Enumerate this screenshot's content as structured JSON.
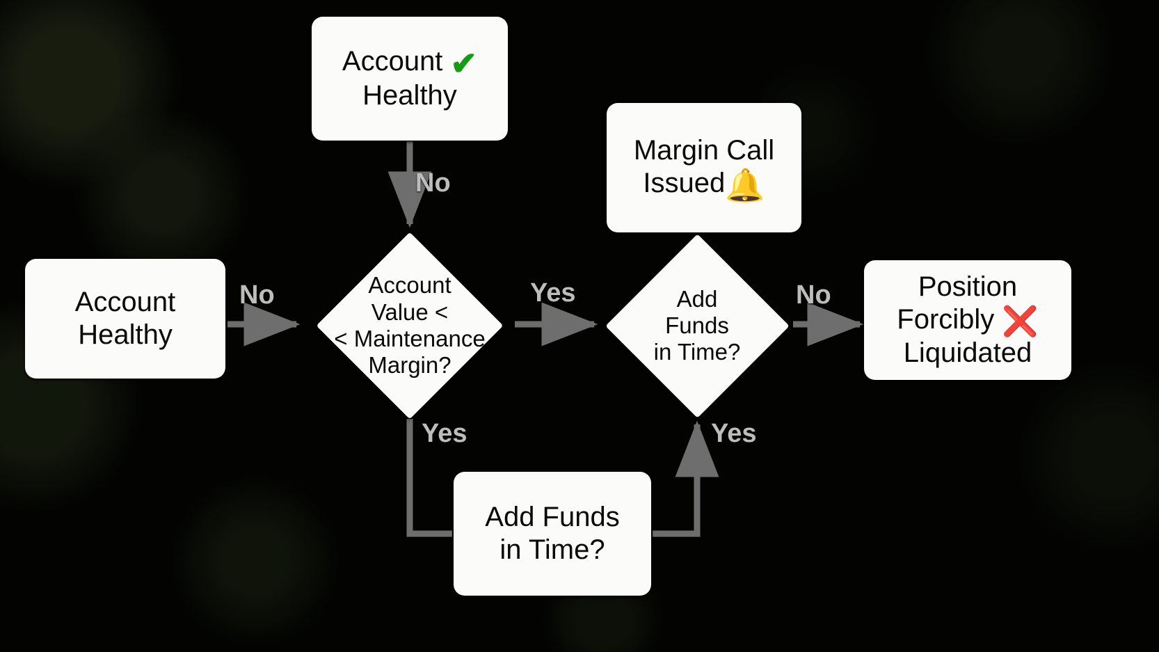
{
  "diagram": {
    "title": "Margin Call Flowchart",
    "background_color": "#030402",
    "node_fill": "#fbfbf9",
    "node_text_color": "#0a0a0a",
    "edge_color": "#6e6e6e",
    "edge_label_color": "#bdbdbd"
  },
  "nodes": {
    "account_healthy_start": {
      "shape": "rounded-rect",
      "line1": "Account",
      "line2": "Healthy"
    },
    "account_healthy_top": {
      "shape": "rounded-rect",
      "line1": "Account",
      "line2": "Healthy",
      "icon": "check-mark-icon",
      "icon_glyph": "✔",
      "icon_color": "#169b16"
    },
    "margin_call": {
      "shape": "rounded-rect",
      "line1": "Margin Call",
      "line2": "Issued",
      "icon": "bell-icon",
      "icon_glyph": "🔔",
      "icon_color": "#e01b1b"
    },
    "position_liquidated": {
      "shape": "rounded-rect",
      "line1": "Position",
      "line2": "Forcibly",
      "line3": "Liquidated",
      "icon": "cross-mark-icon",
      "icon_glyph": "❌",
      "icon_color": "#e01b1b"
    },
    "add_funds_bottom": {
      "shape": "rounded-rect",
      "line1": "Add Funds",
      "line2": "in Time?"
    },
    "account_value_check": {
      "shape": "diamond",
      "line1": "Account",
      "line2": "Value <",
      "line3": "< Maintenance",
      "line4": "Margin?"
    },
    "add_funds_check": {
      "shape": "diamond",
      "line1": "Add",
      "line2": "Funds",
      "line3": "in Time?"
    }
  },
  "edge_labels": {
    "start_to_check": "No",
    "healthy_to_check": "No",
    "check_to_addfunds": "Yes",
    "addfunds_to_liquidated": "No",
    "check_yes_down": "Yes",
    "addfunds_yes_up": "Yes"
  },
  "edges": [
    {
      "from": "account_healthy_start",
      "to": "account_value_check",
      "label": "No"
    },
    {
      "from": "account_healthy_top",
      "to": "account_value_check",
      "label": "No"
    },
    {
      "from": "account_value_check",
      "to": "add_funds_check",
      "label": "Yes"
    },
    {
      "from": "add_funds_check",
      "to": "position_liquidated",
      "label": "No"
    },
    {
      "from": "account_value_check",
      "to": "add_funds_bottom",
      "label": "Yes"
    },
    {
      "from": "add_funds_bottom",
      "to": "add_funds_check",
      "label": "Yes"
    }
  ]
}
